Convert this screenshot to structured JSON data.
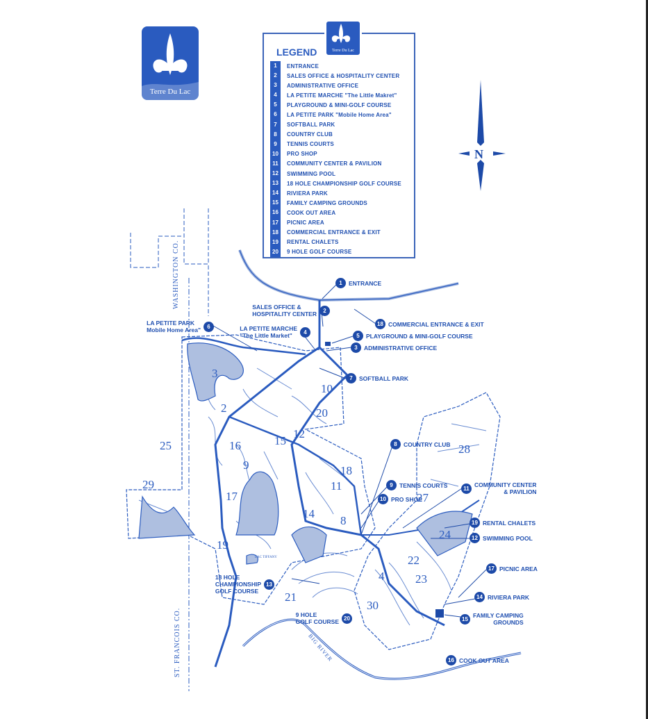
{
  "logo": {
    "brand": "Terre Du Lac"
  },
  "legend": {
    "title": "LEGEND",
    "brand": "Terre Du Lac",
    "items": [
      {
        "num": "1",
        "label": "ENTRANCE"
      },
      {
        "num": "2",
        "label": "SALES OFFICE & HOSPITALITY CENTER"
      },
      {
        "num": "3",
        "label": "ADMINISTRATIVE OFFICE"
      },
      {
        "num": "4",
        "label": "LA PETITE MARCHE \"The Little Makret\""
      },
      {
        "num": "5",
        "label": "PLAYGROUND & MINI-GOLF COURSE"
      },
      {
        "num": "6",
        "label": "LA PETITE PARK \"Mobile Home Area\""
      },
      {
        "num": "7",
        "label": "SOFTBALL PARK"
      },
      {
        "num": "8",
        "label": "COUNTRY CLUB"
      },
      {
        "num": "9",
        "label": "TENNIS COURTS"
      },
      {
        "num": "10",
        "label": "PRO SHOP"
      },
      {
        "num": "11",
        "label": "COMMUNITY CENTER & PAVILION"
      },
      {
        "num": "12",
        "label": "SWIMMING POOL"
      },
      {
        "num": "13",
        "label": "18 HOLE CHAMPIONSHIP GOLF COURSE"
      },
      {
        "num": "14",
        "label": "RIVIERA PARK"
      },
      {
        "num": "15",
        "label": "FAMILY CAMPING GROUNDS"
      },
      {
        "num": "16",
        "label": "COOK OUT AREA"
      },
      {
        "num": "17",
        "label": "PICNIC AREA"
      },
      {
        "num": "18",
        "label": "COMMERCIAL ENTRANCE & EXIT"
      },
      {
        "num": "19",
        "label": "RENTAL CHALETS"
      },
      {
        "num": "20",
        "label": "9 HOLE GOLF COURSE"
      }
    ]
  },
  "compass": {
    "north": "N"
  },
  "callouts": [
    {
      "num": "1",
      "label": "ENTRANCE"
    },
    {
      "num": "2",
      "label": "SALES OFFICE &",
      "label2": "HOSPITALITY CENTER"
    },
    {
      "num": "18",
      "label": "COMMERCIAL ENTRANCE & EXIT"
    },
    {
      "num": "4",
      "label": "LA PETITE MARCHE",
      "label2": "\"The Little Market\""
    },
    {
      "num": "6",
      "label": "LA PETITE PARK",
      "label2": "Mobile Home Area\""
    },
    {
      "num": "5",
      "label": "PLAYGROUND & MINI-GOLF COURSE"
    },
    {
      "num": "3",
      "label": "ADMINISTRATIVE OFFICE"
    },
    {
      "num": "7",
      "label": "SOFTBALL PARK"
    },
    {
      "num": "8",
      "label": "COUNTRY CLUB"
    },
    {
      "num": "9",
      "label": "TENNIS COURTS"
    },
    {
      "num": "10",
      "label": "PRO SHOP"
    },
    {
      "num": "11",
      "label": "COMMUNITY CENTER",
      "label2": "& PAVILION"
    },
    {
      "num": "19",
      "label": "RENTAL CHALETS"
    },
    {
      "num": "12",
      "label": "SWIMMING POOL"
    },
    {
      "num": "17",
      "label": "PICNIC AREA"
    },
    {
      "num": "14",
      "label": "RIVIERA PARK"
    },
    {
      "num": "15",
      "label": "FAMILY CAMPING",
      "label2": "GROUNDS"
    },
    {
      "num": "16",
      "label": "COOK OUT AREA"
    },
    {
      "num": "13",
      "label": "18 HOLE",
      "label2": "CHAMPIONSHIP",
      "label3": "GOLF COURSE"
    },
    {
      "num": "20",
      "label": "9 HOLE",
      "label2": "GOLF COURSE"
    }
  ],
  "sections": [
    "2",
    "3",
    "10",
    "20",
    "12",
    "15",
    "16",
    "9",
    "17",
    "25",
    "29",
    "19",
    "21",
    "4",
    "14",
    "8",
    "11",
    "18",
    "27",
    "28",
    "24",
    "22",
    "23",
    "30"
  ],
  "map_labels": {
    "washington": "WASHINGTON CO.",
    "st_francois": "ST. FRANCOIS CO.",
    "big_river": "BIG RIVER",
    "lac_tiffany": "LAC TIFFANY"
  },
  "colors": {
    "ink": "#1f4fb0",
    "badge": "#1d4aa8",
    "water": "#aebfe0"
  }
}
